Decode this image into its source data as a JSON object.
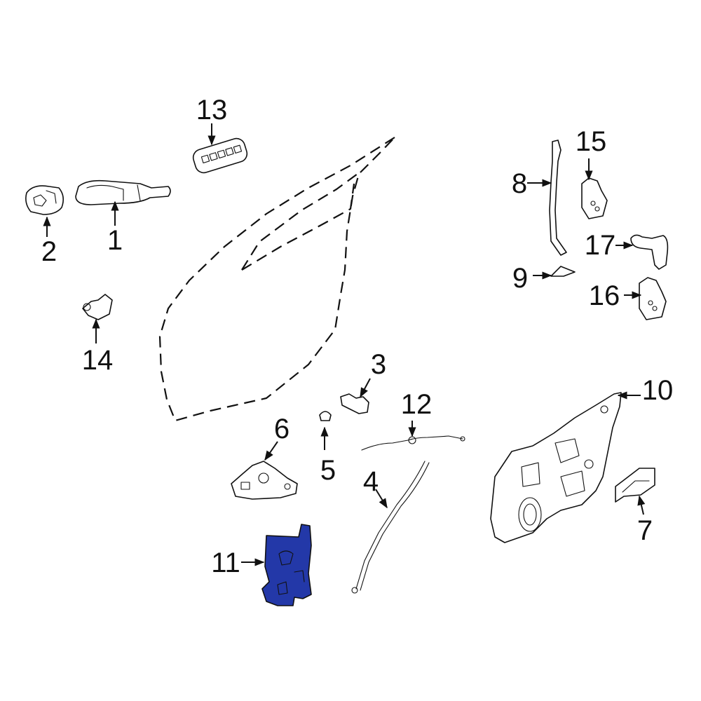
{
  "diagram": {
    "highlight_color": "#2338a8",
    "line_color": "#111111",
    "background": "#ffffff",
    "highlighted_part": "11",
    "callouts": {
      "c1": "1",
      "c2": "2",
      "c3": "3",
      "c4": "4",
      "c5": "5",
      "c6": "6",
      "c7": "7",
      "c8": "8",
      "c9": "9",
      "c10": "10",
      "c11": "11",
      "c12": "12",
      "c13": "13",
      "c14": "14",
      "c15": "15",
      "c16": "16",
      "c17": "17"
    }
  }
}
